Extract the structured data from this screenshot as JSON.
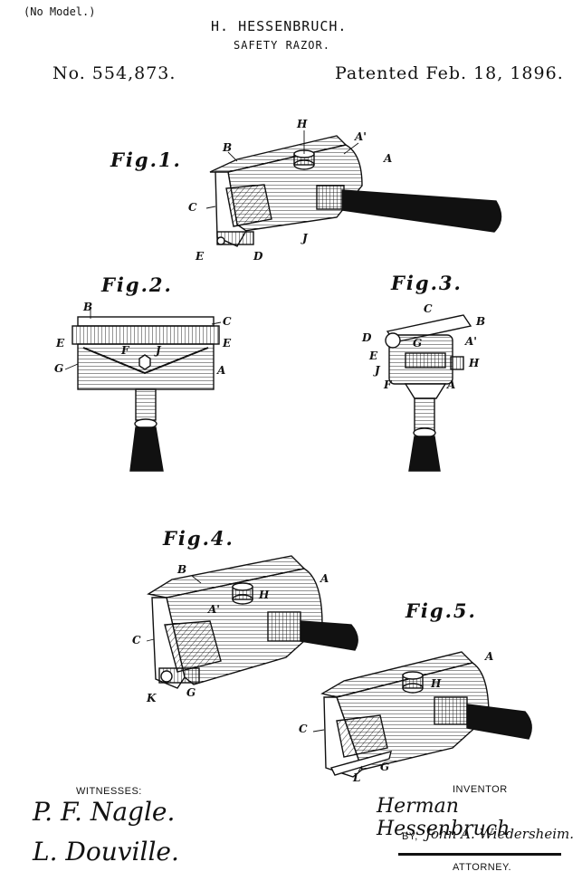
{
  "header": {
    "no_model": "(No Model.)",
    "inventor_name": "H. HESSENBRUCH.",
    "title": "SAFETY RAZOR.",
    "patent_number": "No. 554,873.",
    "patent_date": "Patented Feb. 18, 1896."
  },
  "figures": {
    "fig1": {
      "title": "Fig.1.",
      "labels": {
        "B": "B",
        "H": "H",
        "A_prime": "A'",
        "A": "A",
        "C": "C",
        "J": "J",
        "E": "E",
        "D": "D"
      }
    },
    "fig2": {
      "title": "Fig.2.",
      "labels": {
        "B": "B",
        "C": "C",
        "E_left": "E",
        "E_right": "E",
        "F": "F",
        "J": "J",
        "G": "G",
        "A": "A"
      }
    },
    "fig3": {
      "title": "Fig.3.",
      "labels": {
        "C": "C",
        "B": "B",
        "D": "D",
        "G": "G",
        "A_prime": "A'",
        "E": "E",
        "H": "H",
        "J": "J",
        "F": "F",
        "A": "A"
      }
    },
    "fig4": {
      "title": "Fig.4.",
      "labels": {
        "B": "B",
        "A": "A",
        "H": "H",
        "A_prime": "A'",
        "C": "C",
        "K": "K",
        "G": "G"
      }
    },
    "fig5": {
      "title": "Fig.5.",
      "labels": {
        "A": "A",
        "H": "H",
        "C": "C",
        "L": "L",
        "G": "G"
      }
    }
  },
  "footer": {
    "witnesses_label": "WITNESSES:",
    "witness_1": "P. F. Nagle.",
    "witness_2": "L. Douville.",
    "inventor_label": "INVENTOR",
    "inventor_signature": "Herman Hessenbruch",
    "by_label": "BY,",
    "attorney_signature": "John A. Wiedersheim.",
    "attorney_label": "ATTORNEY."
  }
}
